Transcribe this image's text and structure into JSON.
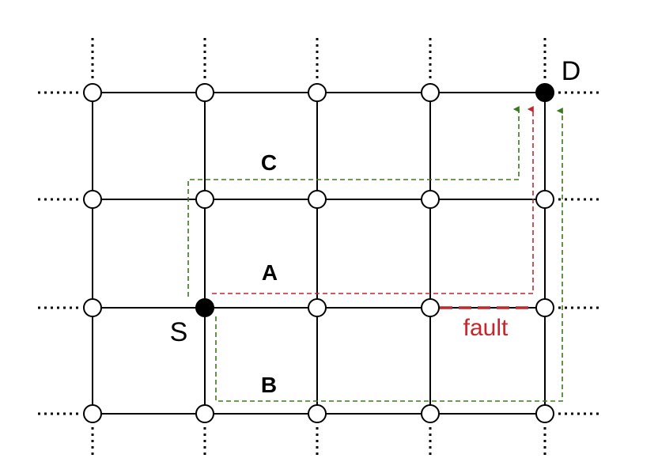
{
  "diagram": {
    "labels": {
      "source": "S",
      "destination": "D",
      "path_a": "A",
      "path_b": "B",
      "path_c": "C",
      "fault": "fault"
    },
    "colors": {
      "grid": "#000000",
      "green_path": "#3a7a1e",
      "red_path": "#c0282d",
      "fault": "#c0282d"
    },
    "grid": {
      "columns": 5,
      "rows": 4,
      "continues_beyond_edges": true
    }
  }
}
